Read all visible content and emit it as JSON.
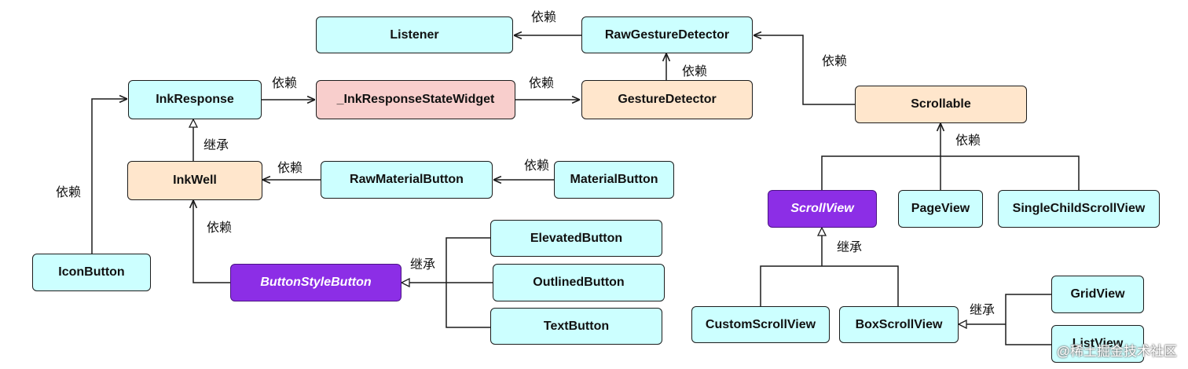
{
  "nodes": {
    "listener": "Listener",
    "raw_gesture_detector": "RawGestureDetector",
    "ink_response": "InkResponse",
    "ink_response_state_widget": "_InkResponseStateWidget",
    "gesture_detector": "GestureDetector",
    "scrollable": "Scrollable",
    "ink_well": "InkWell",
    "raw_material_button": "RawMaterialButton",
    "material_button": "MaterialButton",
    "scroll_view": "ScrollView",
    "page_view": "PageView",
    "single_child_scroll_view": "SingleChildScrollView",
    "elevated_button": "ElevatedButton",
    "icon_button": "IconButton",
    "button_style_button": "ButtonStyleButton",
    "outlined_button": "OutlinedButton",
    "grid_view": "GridView",
    "text_button": "TextButton",
    "custom_scroll_view": "CustomScrollView",
    "box_scroll_view": "BoxScrollView",
    "list_view": "ListView"
  },
  "labels": {
    "depends": "依赖",
    "inherits": "继承"
  },
  "watermark": "@稀土掘金技术社区",
  "colors": {
    "cyan": "#ccffff",
    "peach": "#ffe6cc",
    "pink": "#f8cecc",
    "purple": "#8c2ee6"
  }
}
